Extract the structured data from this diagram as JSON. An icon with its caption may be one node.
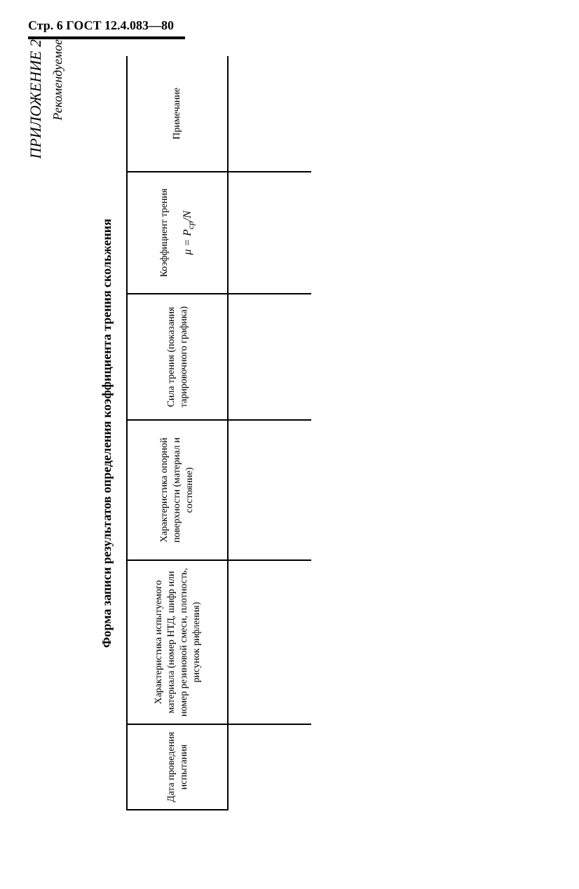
{
  "diagram": {
    "title": "Форма записи результатов определения коэффициента трения скольжения",
    "labels": [
      "Стр. 6 ГОСТ 12.4.083—80",
      "ПРИЛОЖЕНИЕ 2",
      "Рекомендуемое",
      "Дата проведения испытания",
      "Характеристика испытуемого материала (номер НТД, шифр или номер резиновой смеси, плотность, рисунок рифления)",
      "Характеристика опорной поверхности (материал и состояние)",
      "Сила трения (показания тарировочного графика)",
      "Коэффициент трения",
      "μ = P$_{ср}$/N",
      "Примечание"
    ]
  }
}
